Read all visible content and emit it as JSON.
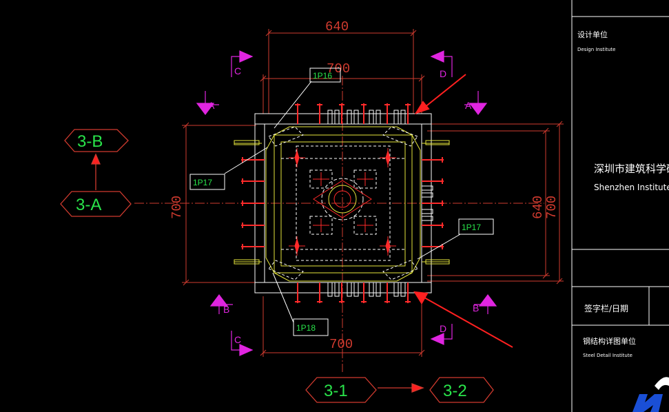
{
  "dimensions": {
    "top_outer": "640",
    "top_inner": "700",
    "bottom": "700",
    "left": "700",
    "right_inner": "640",
    "right_outer": "700"
  },
  "section_marks": {
    "A": "A",
    "B": "B",
    "C": "C",
    "D": "D"
  },
  "part_tags": {
    "top": "1P16",
    "left": "1P17",
    "right": "1P17",
    "bottom": "1P18"
  },
  "view_labels": {
    "upper_left": "3-B",
    "lower_left": "3-A",
    "bottom_left": "3-1",
    "bottom_right": "3-2"
  },
  "title_block": {
    "design_unit_cn": "设计单位",
    "design_unit_en": "Design Institute",
    "institute_cn": "深圳市建筑科学研究院",
    "institute_en": "Shenzhen Institute",
    "sign_date_cn": "签字栏/日期",
    "steel_unit_cn": "钢结构详图单位",
    "steel_unit_en": "Steel Detail Institute"
  },
  "colors": {
    "background": "#000000",
    "dimension_red": "#d13b2f",
    "section_magenta": "#e025e0",
    "tag_green": "#29e34a",
    "plate_yellow": "#e6e63c",
    "outline_white": "#ffffff",
    "bolt_red": "#ff2a2a",
    "arrow_red": "#ff2020"
  }
}
